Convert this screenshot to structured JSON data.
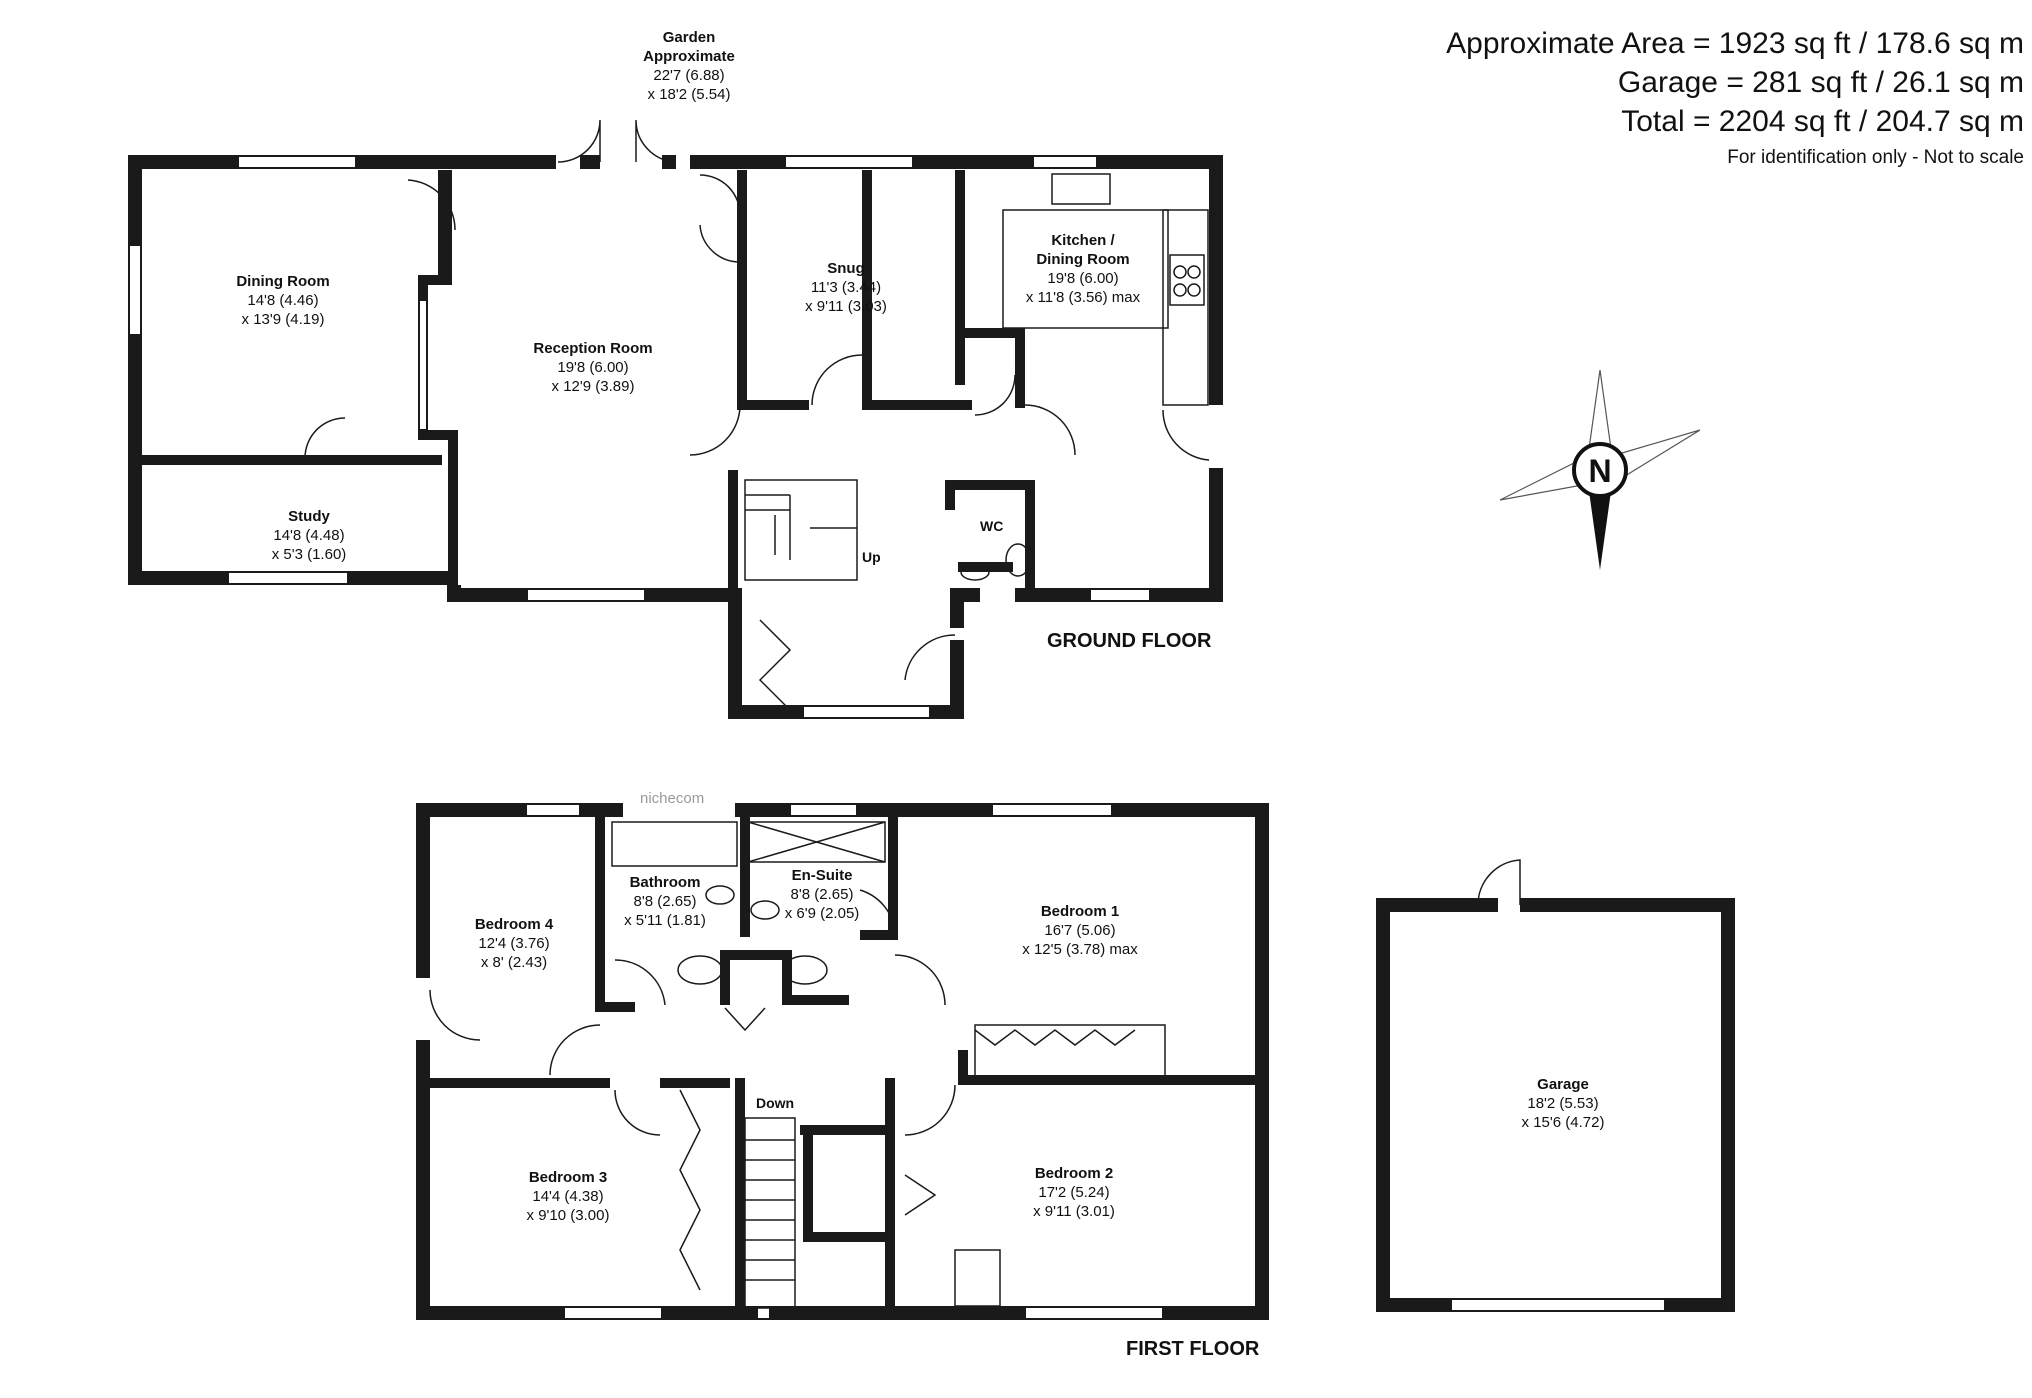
{
  "area_summary": {
    "lines": [
      "Approximate Area = 1923 sq ft / 178.6 sq m",
      "Garage = 281 sq ft / 26.1 sq m",
      "Total = 2204 sq ft / 204.7 sq m"
    ],
    "note": "For identification only - Not to scale"
  },
  "compass": {
    "label": "N"
  },
  "watermark": "nichecom",
  "ground_floor": {
    "title": "GROUND FLOOR",
    "up_label": "Up",
    "wc_label": "WC",
    "garden": {
      "name": "Garden",
      "sub": "Approximate",
      "dims": [
        "22'7 (6.88)",
        "x 18'2 (5.54)"
      ]
    },
    "rooms": [
      {
        "name": "Dining Room",
        "dims": [
          "14'8 (4.46)",
          "x 13'9 (4.19)"
        ]
      },
      {
        "name": "Reception Room",
        "dims": [
          "19'8 (6.00)",
          "x 12'9 (3.89)"
        ]
      },
      {
        "name": "Snug",
        "dims": [
          "11'3 (3.44)",
          "x 9'11 (3.03)"
        ]
      },
      {
        "name": "Kitchen /",
        "name2": "Dining Room",
        "dims": [
          "19'8 (6.00)",
          "x 11'8 (3.56) max"
        ]
      },
      {
        "name": "Study",
        "dims": [
          "14'8 (4.48)",
          "x 5'3 (1.60)"
        ]
      }
    ]
  },
  "first_floor": {
    "title": "FIRST FLOOR",
    "down_label": "Down",
    "rooms": [
      {
        "name": "Bedroom 4",
        "dims": [
          "12'4 (3.76)",
          "x 8' (2.43)"
        ]
      },
      {
        "name": "Bathroom",
        "dims": [
          "8'8 (2.65)",
          "x 5'11 (1.81)"
        ]
      },
      {
        "name": "En-Suite",
        "dims": [
          "8'8 (2.65)",
          "x 6'9 (2.05)"
        ]
      },
      {
        "name": "Bedroom 1",
        "dims": [
          "16'7 (5.06)",
          "x 12'5 (3.78) max"
        ]
      },
      {
        "name": "Bedroom 3",
        "dims": [
          "14'4 (4.38)",
          "x 9'10 (3.00)"
        ]
      },
      {
        "name": "Bedroom 2",
        "dims": [
          "17'2 (5.24)",
          "x 9'11 (3.01)"
        ]
      }
    ]
  },
  "garage": {
    "name": "Garage",
    "dims": [
      "18'2 (5.53)",
      "x 15'6 (4.72)"
    ]
  }
}
